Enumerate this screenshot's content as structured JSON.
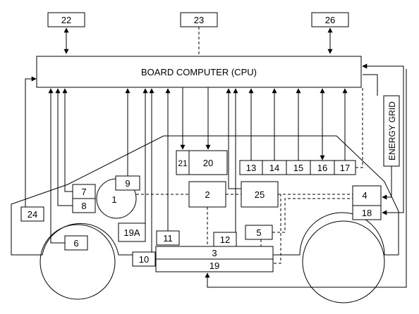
{
  "diagram": {
    "cpu_label": "BOARD COMPUTER (CPU)",
    "energy_grid_label": "ENERGY GRID",
    "labels": {
      "n1": "1",
      "n2": "2",
      "n3": "3",
      "n4": "4",
      "n5": "5",
      "n6": "6",
      "n7": "7",
      "n8": "8",
      "n9": "9",
      "n10": "10",
      "n11": "11",
      "n12": "12",
      "n13": "13",
      "n14": "14",
      "n15": "15",
      "n16": "16",
      "n17": "17",
      "n18": "18",
      "n19": "19",
      "n19a": "19A",
      "n20": "20",
      "n21": "21",
      "n22": "22",
      "n23": "23",
      "n24": "24",
      "n25": "25",
      "n26": "26"
    }
  }
}
